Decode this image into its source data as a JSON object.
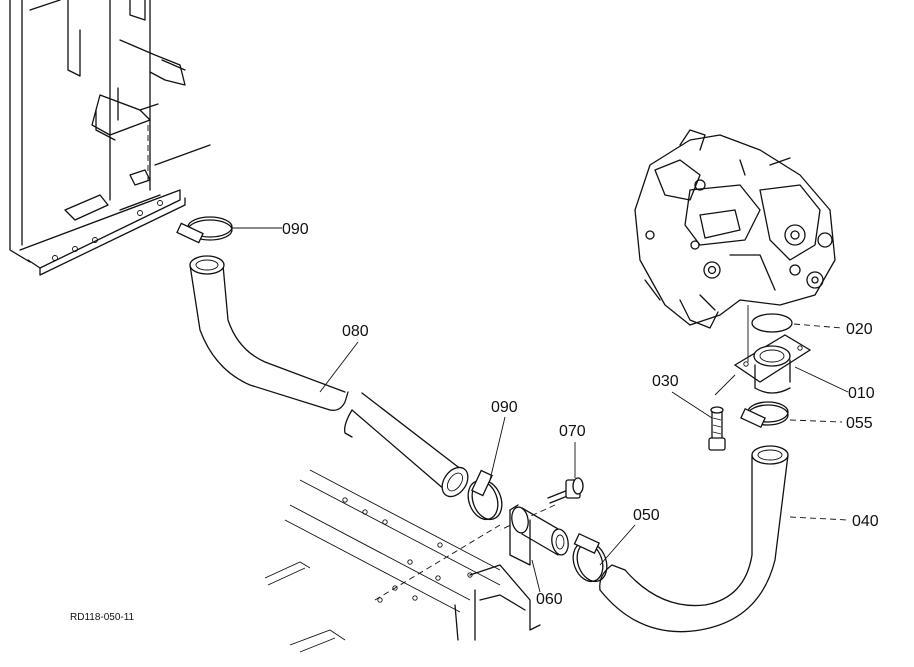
{
  "parts": {
    "p090a": "090",
    "p080": "080",
    "p090b": "090",
    "p070": "070",
    "p050": "050",
    "p060": "060",
    "p030": "030",
    "p020": "020",
    "p010": "010",
    "p055": "055",
    "p040": "040"
  },
  "drawing_code": "RD118-050-11"
}
